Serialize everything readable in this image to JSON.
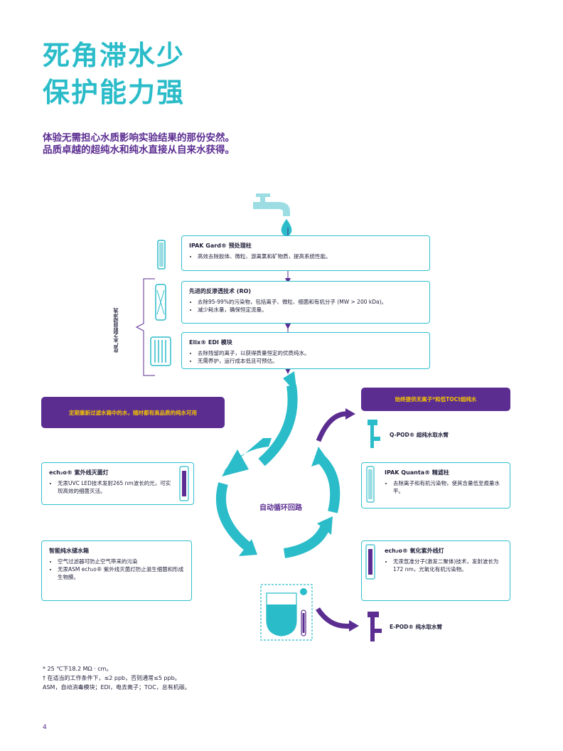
{
  "title": {
    "line1": "死角滞水少",
    "line2": "保护能力强"
  },
  "subtitle": {
    "line1": "体验无需担心水质影响实验结果的那份安然。",
    "line2": "品质卓越的超纯水和纯水直接从自来水获得。"
  },
  "steps": [
    {
      "title": "IPAK Gard® 预处理柱",
      "bullets": [
        "高效去除胶体、微粒、游离氯和矿物质，提高系统性能。"
      ]
    },
    {
      "title": "先进的反渗透技术 (RO)",
      "bullets": [
        "去除95-99%的污染物，包括离子、微粒、细菌和有机分子 (MW > 200 kDa)。",
        "减少耗水量，确保恒定流量。"
      ]
    },
    {
      "title": "Elix® EDI 模块",
      "bullets": [
        "去除残留的离子，以获得质量恒定的优质纯水。",
        "无需养护，运行成本低且可预估。"
      ]
    }
  ],
  "side_label": "在产水之前自动冲洗",
  "banner_left": "定期重新过滤水箱中的水，随时都有高品质的纯水可用",
  "banner_right": "始终提供无离子*和低TOC†超纯水",
  "left_boxes": [
    {
      "title": "ech₂o® 紫外线灭菌灯",
      "bullets": [
        "无汞UVC LED技术发射265 nm波长的光，可实现高效的细菌灭活。"
      ]
    },
    {
      "title": "智能纯水储水箱",
      "bullets": [
        "空气过滤器可防止空气带来的污染",
        "无汞ASM ech₂o® 紫外线灭菌灯防止滋生细菌和形成生物膜。"
      ]
    }
  ],
  "right_boxes": [
    {
      "title": "IPAK Quanta® 精滤柱",
      "bullets": [
        "去除离子和有机污染物，使其含量低至痕量水平。"
      ]
    },
    {
      "title": "ech₂o® 氧化紫外线灯",
      "bullets": [
        "无汞氙准分子(激发二聚体)技术，发射波长为172 nm，光氧化有机污染物。"
      ]
    }
  ],
  "center_label": "自动循环回路",
  "devices": {
    "qpod": "Q-POD® 超纯水取水臂",
    "epod": "E-POD® 纯水取水臂"
  },
  "footnotes": [
    "* 25 ℃下18.2 MΩ · cm。",
    "† 在适当的工作条件下，≤2 ppb，否则通常≤5 ppb。",
    "ASM，自动消毒模块；EDI，电去离子；TOC，总有机碳。"
  ],
  "page_number": "4",
  "colors": {
    "teal": "#2bbcc9",
    "purple": "#5b2d91",
    "yellow": "#f5c400"
  }
}
